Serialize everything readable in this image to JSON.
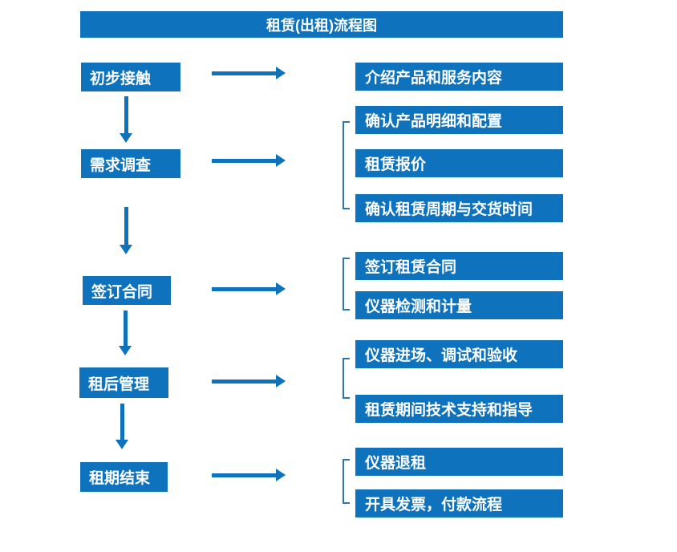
{
  "title": "租赁(出租)流程图",
  "colors": {
    "primary_blue": "#0e72bc",
    "bracket_blue": "#2e75b6",
    "text_white": "#ffffff",
    "background": "#ffffff"
  },
  "steps": [
    {
      "label": "初步接触",
      "details": [
        "介绍产品和服务内容"
      ]
    },
    {
      "label": "需求调查",
      "details": [
        "确认产品明细和配置",
        "租赁报价",
        "确认租赁周期与交货时间"
      ]
    },
    {
      "label": "签订合同",
      "details": [
        "签订租赁合同",
        "仪器检测和计量"
      ]
    },
    {
      "label": "租后管理",
      "details": [
        "仪器进场、调试和验收",
        "租赁期间技术支持和指导"
      ]
    },
    {
      "label": "租期结束",
      "details": [
        "仪器退租",
        "开具发票，付款流程"
      ]
    }
  ]
}
